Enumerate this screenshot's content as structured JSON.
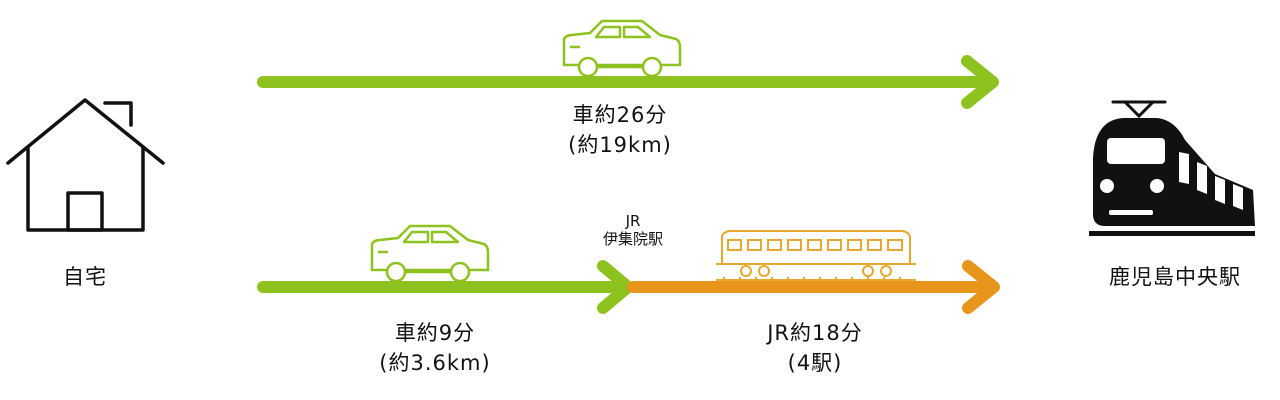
{
  "origin": {
    "name": "自宅"
  },
  "destination": {
    "name": "鹿児島中央駅"
  },
  "transfer": {
    "line": "JR",
    "station": "伊集院駅"
  },
  "routes": {
    "direct": {
      "time": "車約26分",
      "distance": "(約19km)"
    },
    "car_leg": {
      "time": "車約9分",
      "distance": "(約3.6km)"
    },
    "train_leg": {
      "time": "JR約18分",
      "stops": "(4駅)"
    }
  },
  "colors": {
    "car": "#8dc21f",
    "train": "#e8951c",
    "car_icon": "#8dc21f",
    "train_icon": "#e8a830",
    "dark": "#111111"
  },
  "icons": [
    "house-icon",
    "car-icon",
    "train-car-icon",
    "locomotive-icon"
  ]
}
